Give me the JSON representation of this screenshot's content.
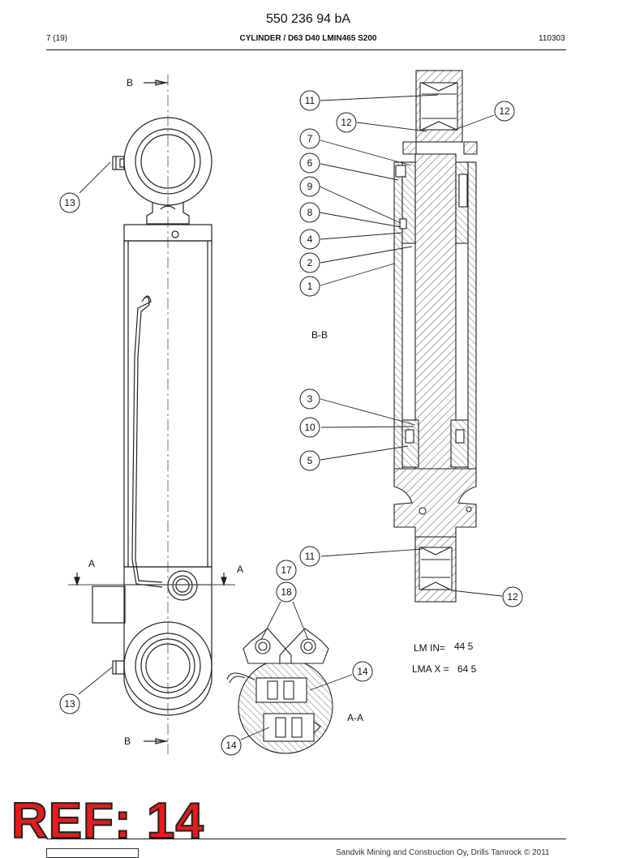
{
  "header": {
    "doc_number": "550 236 94 bA",
    "page": "7 (19)",
    "title": "CYLINDER / D63 D40 LMIN465 S200",
    "date_code": "110303"
  },
  "views": {
    "section_bb": "B-B",
    "section_aa": "A-A",
    "cut_b_top": "B",
    "cut_b_bottom": "B",
    "cut_a_left": "A",
    "cut_a_right": "A"
  },
  "dimensions": {
    "lmin_label": "LM IN=",
    "lmin_value": "44 5",
    "lmax_label": "LMA X =",
    "lmax_value": "64 5"
  },
  "callouts": [
    "11",
    "12",
    "12",
    "7",
    "6",
    "9",
    "8",
    "4",
    "2",
    "1",
    "3",
    "10",
    "5",
    "11",
    "12",
    "13",
    "13",
    "17",
    "18",
    "14",
    "14"
  ],
  "footer": {
    "ref_stamp": "REF: 14",
    "copyright": "Sandvik Mining and Construction Oy, Drills Tamrock © 2011"
  }
}
